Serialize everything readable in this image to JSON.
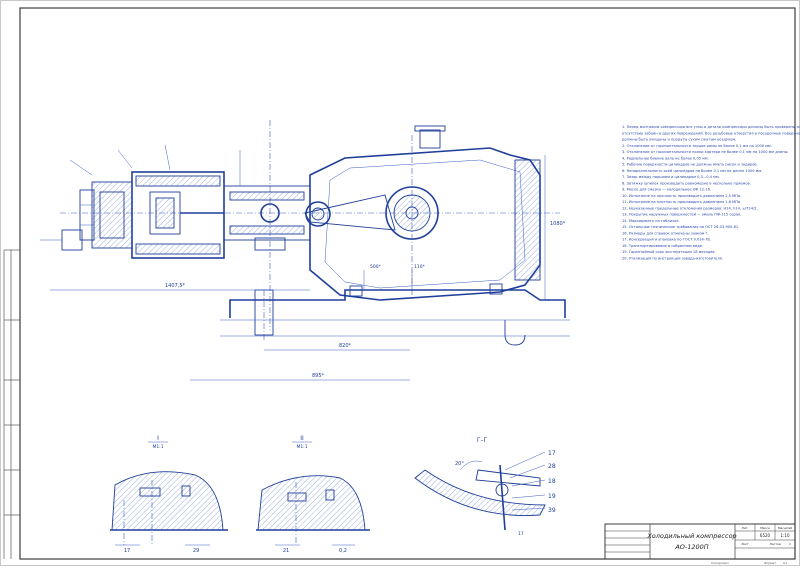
{
  "title_block": {
    "title_line1": "Холодильный компрессор",
    "title_line2": "АО-1200П",
    "litera": "Лит.",
    "mass_label": "Масса",
    "scale_label": "Масштаб",
    "mass_value": "6520",
    "scale_value": "1:10",
    "sheet": "Лист",
    "sheets": "Листов",
    "sheets_count": "1",
    "copied": "Копировал",
    "format": "Формат",
    "format_value": "А1"
  },
  "sections": {
    "view1": "I",
    "view1_sub": "М1:1",
    "view2": "II",
    "view2_sub": "М1:1",
    "view3": "Г–Г"
  },
  "dimensions": {
    "d820": "820*",
    "d895": "895*",
    "d1407": "1407,5*",
    "d1080": "1080*",
    "d500": "500*",
    "d110": "110*",
    "d17a": "17",
    "d29": "29",
    "d21": "21",
    "d02": "0,2",
    "d17b": "17",
    "d20": "20°"
  },
  "callouts": [
    "17",
    "28",
    "18",
    "19",
    "39"
  ],
  "notes": [
    "1. Перед монтажом компрессора все узлы и детали компрессора должны быть проверены на",
    "отсутствие забоин и других повреждений. Все резьбовые отверстия и посадочные поверхности",
    "должны быть очищены и продуты сухим сжатым воздухом.",
    "2. Отклонение от горизонтальности торцов рамы не более 0,1 мм на 1000 мм.",
    "3. Отклонение от горизонтальности полки картера не более 0,1 мм на 1000 мм длины.",
    "4. Радиальное биение вала не более 0,05 мм.",
    "5. Рабочие поверхности цилиндров не должны иметь рисок и задиров.",
    "6. Непараллельность осей цилиндров не более 0,1 мм на длине 1000 мм.",
    "7. Зазор между поршнем и цилиндром 0,3...0,4 мм.",
    "8. Затяжку шпилек производить равномерно в несколько приемов.",
    "9. Масло для смазки — холодильное ХФ 12-16.",
    "10. Испытание на прочность производить давлением 2,5 МПа.",
    "11. Испытание на плотность производить давлением 1,8 МПа.",
    "12. Неуказанные предельные отклонения размеров: H14, h14, ±IT14/2.",
    "13. Покрытие наружных поверхностей — эмаль ПФ-115 серая.",
    "14. Маркировать на табличке.",
    "15. Остальные технические требования по ОСТ 26.03-900-81.",
    "16. Размеры для справок отмечены знаком *.",
    "17. Консервация и упаковка по ГОСТ 9.014-78.",
    "18. Транспортирование в собранном виде.",
    "19. Гарантийный срок эксплуатации 18 месяцев.",
    "20. Утилизация по инструкции завода-изготовителя."
  ]
}
